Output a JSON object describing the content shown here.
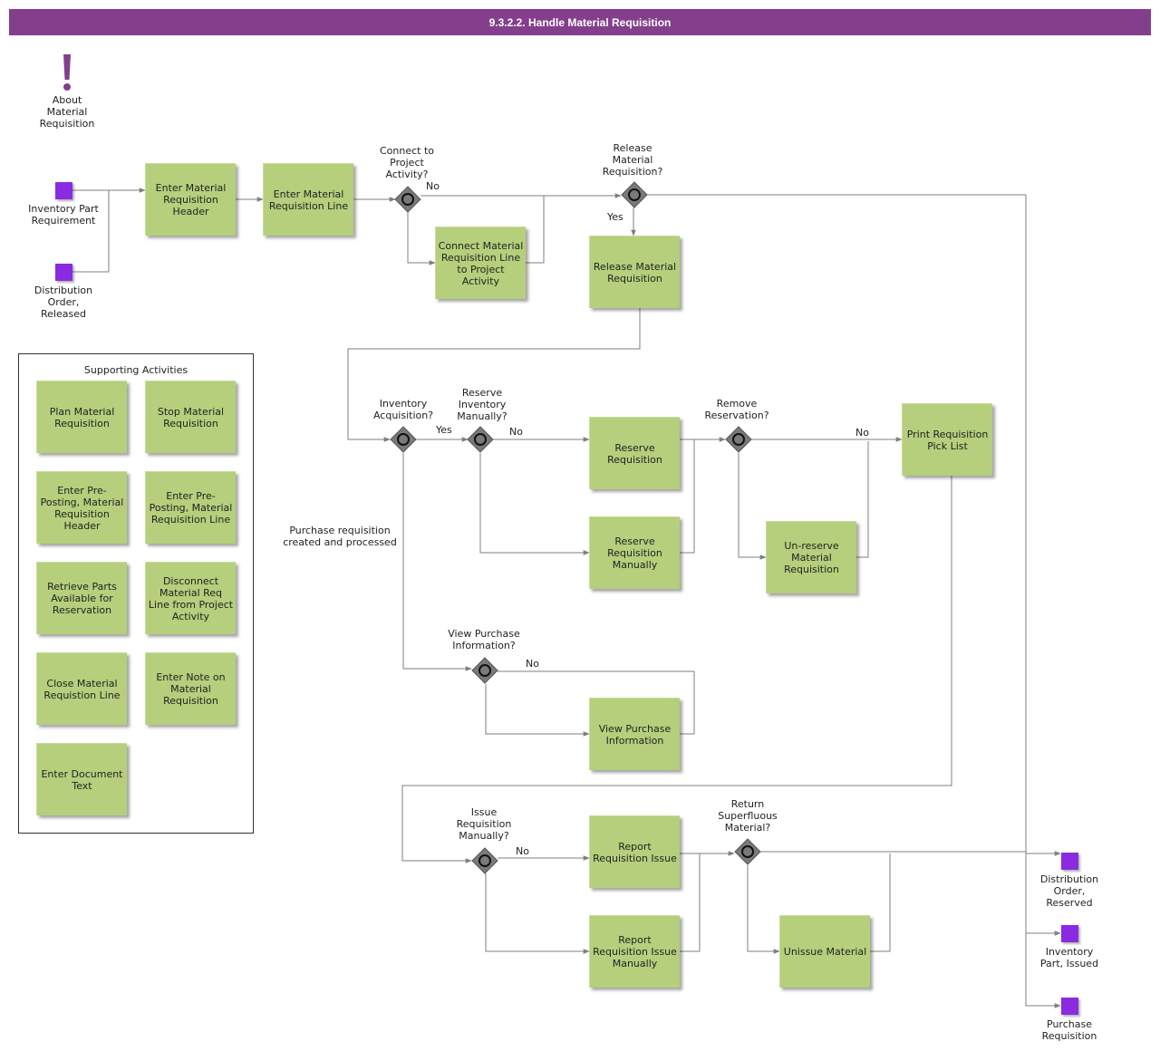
{
  "title": "9.3.2.2. Handle Material Requisition",
  "about": {
    "label": "About Material Requisition",
    "icon": "exclamation-icon",
    "color": "#843f8c"
  },
  "events": {
    "inventory_part_requirement": "Inventory Part Requirement",
    "distribution_order_released": "Distribution Order, Released",
    "distribution_order_reserved": "Distribution Order, Reserved",
    "inventory_part_issued": "Inventory Part, Issued",
    "purchase_requisition": "Purchase Requisition"
  },
  "activities": {
    "enter_header": "Enter Material Requisition Header",
    "enter_line": "Enter Material Requisition Line",
    "connect_line": "Connect Material Requisition Line to Project Activity",
    "release": "Release Material Requisition",
    "reserve": "Reserve Requisition",
    "reserve_manually": "Reserve Requisition Manually",
    "unreserve": "Un-reserve Material Requisition",
    "print_pick_list": "Print Requisition Pick List",
    "view_purchase": "View Purchase Information",
    "report_issue": "Report Requisition Issue",
    "report_issue_manually": "Report Requisition Issue Manually",
    "unissue": "Unissue Material"
  },
  "gateways": {
    "connect_project": "Connect to Project Activity?",
    "release": "Release Material Requisition?",
    "inventory_acquisition": "Inventory Acquisition?",
    "reserve_manually": "Reserve Inventory Manually?",
    "remove_reservation": "Remove Reservation?",
    "view_purchase": "View Purchase Information?",
    "issue_manually": "Issue Requisition Manually?",
    "return_superfluous": "Return Superfluous Material?"
  },
  "edge_labels": {
    "no": "No",
    "yes": "Yes"
  },
  "annotation": "Purchase requisition created and processed",
  "supporting": {
    "title": "Supporting Activities",
    "items": [
      "Plan Material Requisition",
      "Stop Material Requisition",
      "Enter Pre-Posting, Material Requisition Header",
      "Enter Pre-Posting, Material Requisition Line",
      "Retrieve Parts Available for Reservation",
      "Disconnect Material Req Line from Project Activity",
      "Close Material Requistion Line",
      "Enter Note on Material Requisition",
      "Enter Document Text"
    ]
  },
  "colors": {
    "header": "#843f8c",
    "activity": "#b5cf7c",
    "event": "#8a2be2",
    "gateway": "#7a7a7a",
    "line": "#7f7f7f"
  }
}
